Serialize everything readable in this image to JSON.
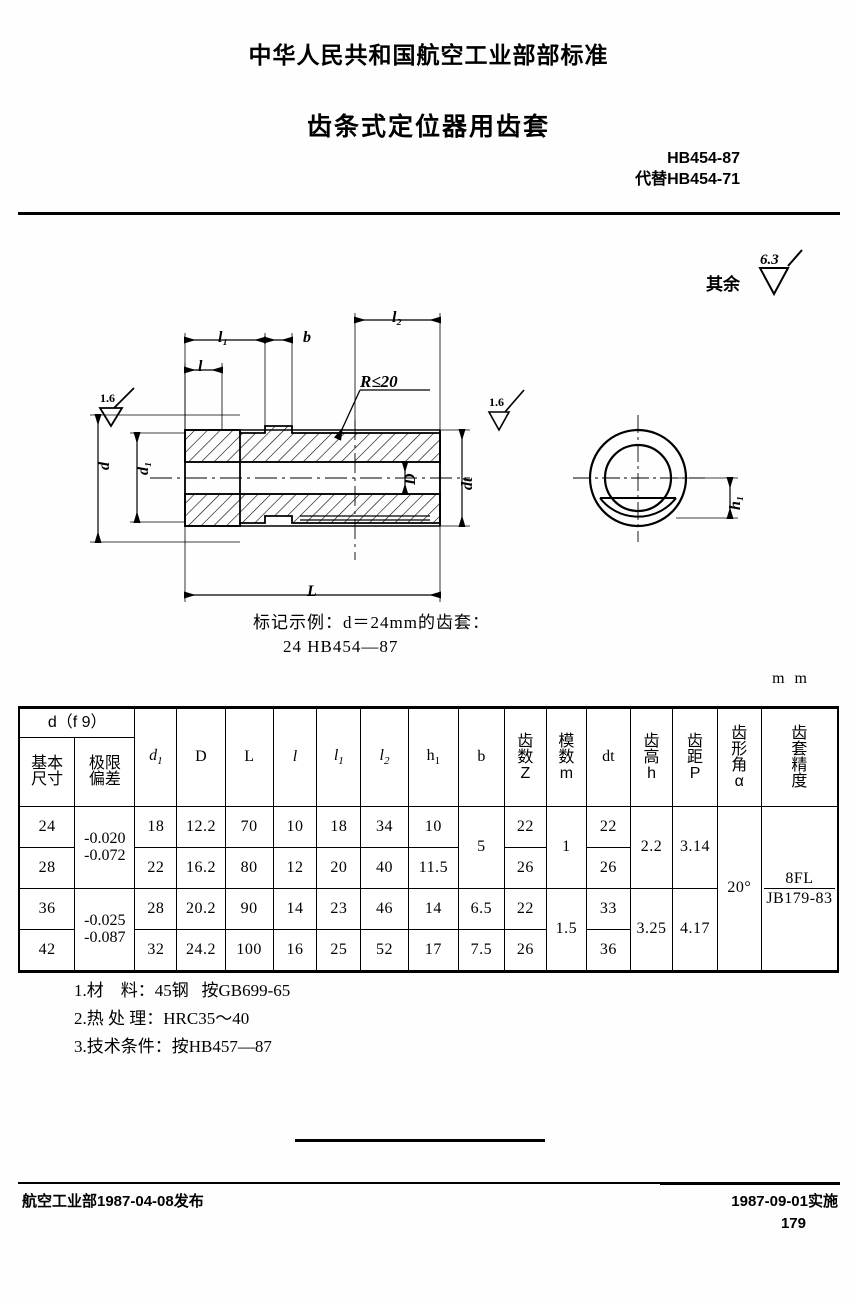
{
  "header": {
    "organization": "中华人民共和国航空工业部部标准",
    "title": "齿条式定位器用齿套",
    "std_code": "HB454-87",
    "std_replaces": "代替HB454-71"
  },
  "roughness": {
    "rest_label": "其余",
    "rest_value": "6.3",
    "shaft_symbol_value": "1.6",
    "bore_symbol_value": "1.6"
  },
  "drawing": {
    "labels": {
      "d": "d",
      "d1": "d₁",
      "D": "D",
      "dt": "dt",
      "L": "L",
      "l": "l",
      "l1": "l₁",
      "l2": "l₂",
      "b": "b",
      "h1": "h₁",
      "radius_note": "R≤20"
    }
  },
  "marking_example": {
    "line1": "标记示例：d＝24mm的齿套：",
    "line2": "24  HB454—87"
  },
  "table": {
    "unit": "m m",
    "group_header": "d（f 9）",
    "sub_headers": [
      "基本\n尺寸",
      "极限\n偏差"
    ],
    "headers": [
      {
        "key": "d1",
        "label": "d₁",
        "style": "italic"
      },
      {
        "key": "D",
        "label": "D",
        "style": "upright"
      },
      {
        "key": "L",
        "label": "L",
        "style": "upright"
      },
      {
        "key": "l",
        "label": "l",
        "style": "italic"
      },
      {
        "key": "l1",
        "label": "l₁",
        "style": "italic"
      },
      {
        "key": "l2",
        "label": "l₂",
        "style": "italic"
      },
      {
        "key": "h1",
        "label": "h₁",
        "style": "upright"
      },
      {
        "key": "b",
        "label": "b",
        "style": "upright"
      },
      {
        "key": "Z",
        "label": "齿数\nZ",
        "style": "cn-vertical"
      },
      {
        "key": "m",
        "label": "模数\nm",
        "style": "cn-vertical"
      },
      {
        "key": "dt",
        "label": "dt",
        "style": "upright"
      },
      {
        "key": "h",
        "label": "齿高\nh",
        "style": "cn-vertical"
      },
      {
        "key": "P",
        "label": "齿距\nP",
        "style": "cn-vertical"
      },
      {
        "key": "alpha",
        "label": "齿形\n角\nα",
        "style": "cn-vertical"
      },
      {
        "key": "accuracy",
        "label": "齿套\n精度",
        "style": "cn-vertical"
      }
    ],
    "rows": [
      {
        "d_basic": "24",
        "d_tol_upper": "-0.020",
        "d_tol_lower": "-0.072",
        "d1": "18",
        "D": "12.2",
        "L": "70",
        "l": "10",
        "l1": "18",
        "l2": "34",
        "h1": "10",
        "b": "5",
        "Z": "22",
        "m": "1",
        "dt": "22",
        "h": "2.2",
        "P": "3.14",
        "alpha": "20°",
        "accuracy_top": "8FL",
        "accuracy_bot": "JB179-83"
      },
      {
        "d_basic": "28",
        "d1": "22",
        "D": "16.2",
        "L": "80",
        "l": "12",
        "l1": "20",
        "l2": "40",
        "h1": "11.5",
        "b": "5",
        "Z": "26",
        "m": "1",
        "dt": "26",
        "h": "2.2",
        "P": "3.14"
      },
      {
        "d_basic": "36",
        "d_tol_upper": "-0.025",
        "d_tol_lower": "-0.087",
        "d1": "28",
        "D": "20.2",
        "L": "90",
        "l": "14",
        "l1": "23",
        "l2": "46",
        "h1": "14",
        "b": "6.5",
        "Z": "22",
        "m": "1.5",
        "dt": "33",
        "h": "3.25",
        "P": "4.17"
      },
      {
        "d_basic": "42",
        "d1": "32",
        "D": "24.2",
        "L": "100",
        "l": "16",
        "l1": "25",
        "l2": "52",
        "h1": "17",
        "b": "7.5",
        "Z": "26",
        "m": "1.5",
        "dt": "36",
        "h": "3.25",
        "P": "4.17"
      }
    ]
  },
  "notes": [
    "1.材    料：45钢   按GB699-65",
    "2.热 处 理：HRC35～40",
    "3.技术条件：按HB457—87"
  ],
  "footer": {
    "issued": "航空工业部1987-04-08发布",
    "effective": "1987-09-01实施",
    "page": "179"
  }
}
